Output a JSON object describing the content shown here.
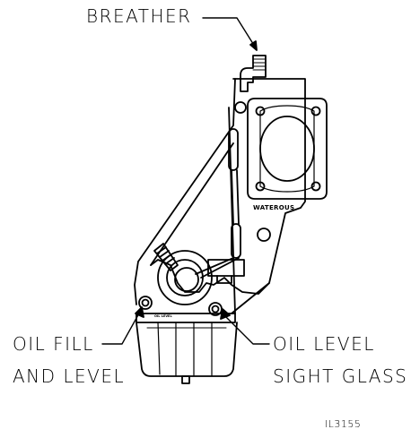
{
  "labels": {
    "breather": "BREATHER",
    "oil_fill_line1": "OIL FILL",
    "oil_fill_line2": "AND LEVEL",
    "oil_level_line1": "OIL LEVEL",
    "oil_level_line2": "SIGHT GLASS",
    "manufacturer": "WATEROUS",
    "part_label": "OIL LEVEL",
    "figure_id": "IL3155"
  },
  "colors": {
    "ink": "#000000",
    "paper": "#ffffff"
  }
}
